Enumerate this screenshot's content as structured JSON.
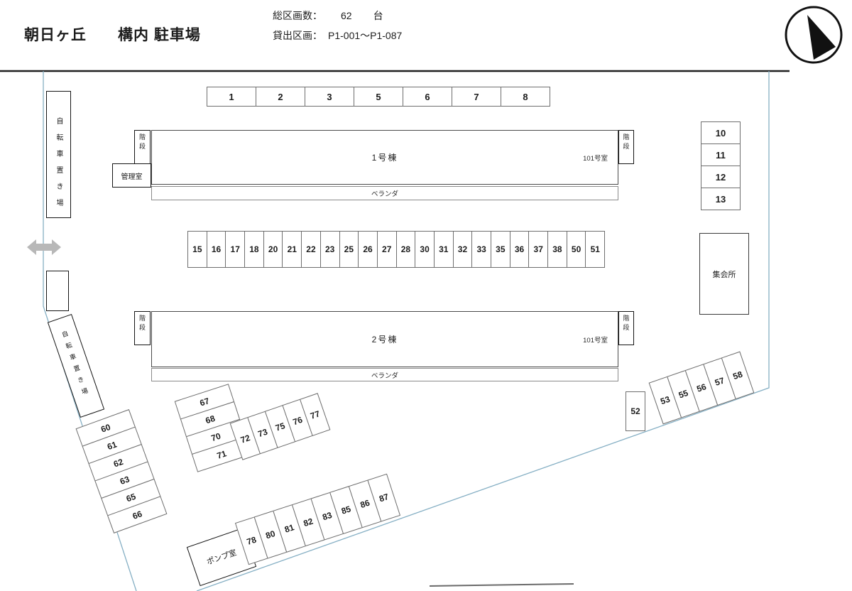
{
  "header": {
    "title_left": "朝日ヶ丘",
    "title_right": "構内 駐車場",
    "total_label": "総区画数：",
    "total_value": "62",
    "total_unit": "台",
    "rental_label": "貸出区画：",
    "rental_value": "P1-001〜P1-087"
  },
  "map": {
    "buildings": {
      "b1": "1号棟",
      "b2": "2号棟",
      "room101": "101号室",
      "veranda": "ベランダ",
      "stairs": "階段",
      "office": "管理室",
      "meeting_hall": "集会所",
      "pump_room": "ポンプ室",
      "bicycle_area": "自転車置き場"
    },
    "spots": {
      "top_row": [
        "1",
        "2",
        "3",
        "5",
        "6",
        "7",
        "8"
      ],
      "mid_row": [
        "15",
        "16",
        "17",
        "18",
        "20",
        "21",
        "22",
        "23",
        "25",
        "26",
        "27",
        "28",
        "30",
        "31",
        "32",
        "33",
        "35",
        "36",
        "37",
        "38",
        "50",
        "51"
      ],
      "right_col": [
        "10",
        "11",
        "12",
        "13"
      ],
      "left_diag": [
        "60",
        "61",
        "62",
        "63",
        "65",
        "66"
      ],
      "stack_67": [
        "67",
        "68",
        "70",
        "71"
      ],
      "row_72": [
        "72",
        "73",
        "75",
        "76",
        "77"
      ],
      "row_78": [
        "78",
        "80",
        "81",
        "82",
        "83",
        "85",
        "86",
        "87"
      ],
      "single_52": "52",
      "row_53": [
        "53",
        "55",
        "56",
        "57",
        "58"
      ]
    }
  },
  "colors": {
    "boundary_blue": "#85afc4",
    "border_gray": "#6e6e6e",
    "arrow_gray": "#b8b8b8",
    "line_black": "#1f1f1f"
  }
}
